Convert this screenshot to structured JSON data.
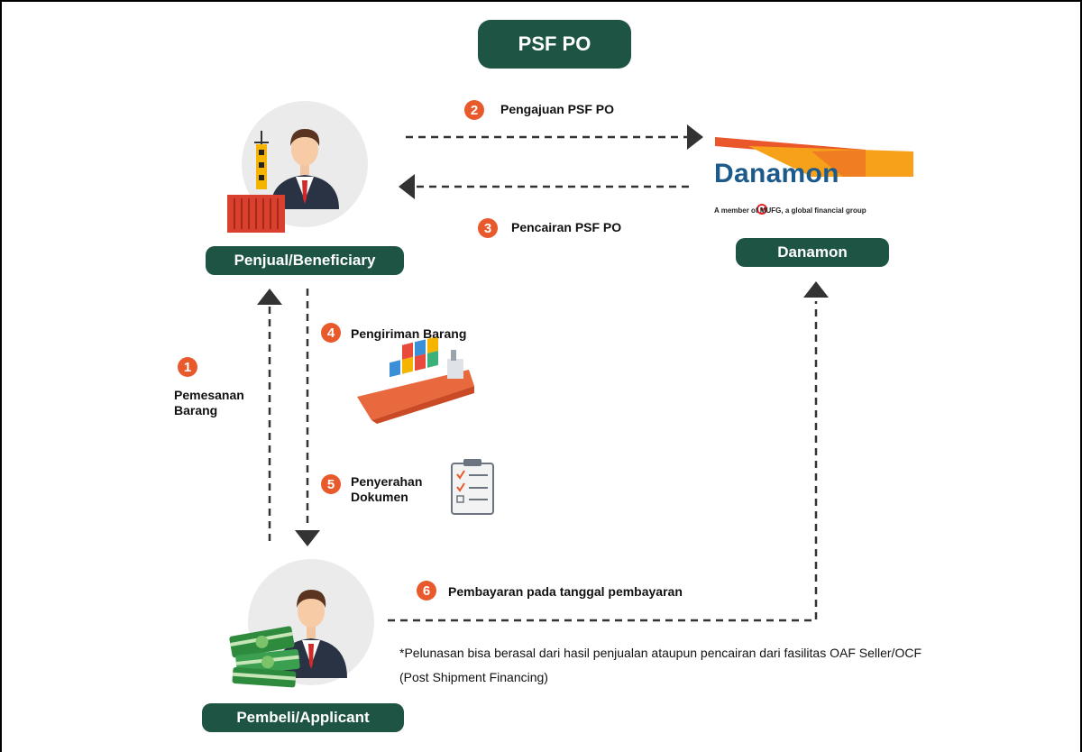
{
  "title": "PSF PO",
  "roles": {
    "seller": "Penjual/Beneficiary",
    "bank": "Danamon",
    "buyer": "Pembeli/Applicant"
  },
  "logo": {
    "word": "Danamon",
    "tagline": "A member of MUFG, a global financial group"
  },
  "steps": [
    {
      "num": "1",
      "label": "Pemesanan\nBarang"
    },
    {
      "num": "2",
      "label": "Pengajuan PSF PO"
    },
    {
      "num": "3",
      "label": "Pencairan PSF PO"
    },
    {
      "num": "4",
      "label": "Pengiriman Barang"
    },
    {
      "num": "5",
      "label": "Penyerahan\nDokumen"
    },
    {
      "num": "6",
      "label": "Pembayaran pada tanggal pembayaran"
    }
  ],
  "note": "*Pelunasan bisa berasal dari hasil penjualan ataupun pencairan dari fasilitas OAF Seller/OCF (Post Shipment Financing)",
  "colors": {
    "pill": "#1d5443",
    "step_badge": "#e85a2c",
    "arrow": "#333333",
    "danamon_blue": "#1d5a8c",
    "danamon_orange": "#f39a1e"
  }
}
